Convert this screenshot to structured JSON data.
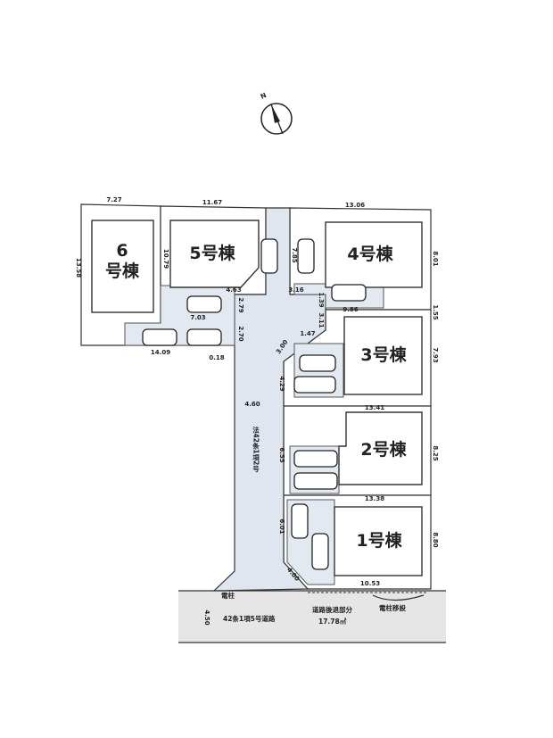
{
  "compass": {
    "label": "N"
  },
  "buildings": [
    {
      "id": "6",
      "label_top": "6",
      "label_bottom": "号棟"
    },
    {
      "id": "5",
      "label": "5号棟"
    },
    {
      "id": "4",
      "label": "4号棟"
    },
    {
      "id": "3",
      "label": "3号棟"
    },
    {
      "id": "2",
      "label": "2号棟"
    },
    {
      "id": "1",
      "label": "1号棟"
    }
  ],
  "dimensions": [
    "7.27",
    "11.67",
    "13.06",
    "13.58",
    "10.79",
    "4.63",
    "2.79",
    "7.03",
    "2.70",
    "14.09",
    "0.18",
    "7.85",
    "3.16",
    "1.39",
    "8.01",
    "9.86",
    "1.55",
    "3.11",
    "1.47",
    "3.00",
    "4.29",
    "7.93",
    "4.60",
    "13.41",
    "6.55",
    "8.25",
    "13.38",
    "6.01",
    "8.80",
    "4.00",
    "10.53",
    "4.50"
  ],
  "notes": {
    "private_road": "法42条1項2号",
    "public_road": "42条1項5号道路",
    "pole": "電柱",
    "setback_label": "道路後退部分",
    "setback_area": "17.78㎡",
    "pole_relocation": "電柱移設"
  }
}
